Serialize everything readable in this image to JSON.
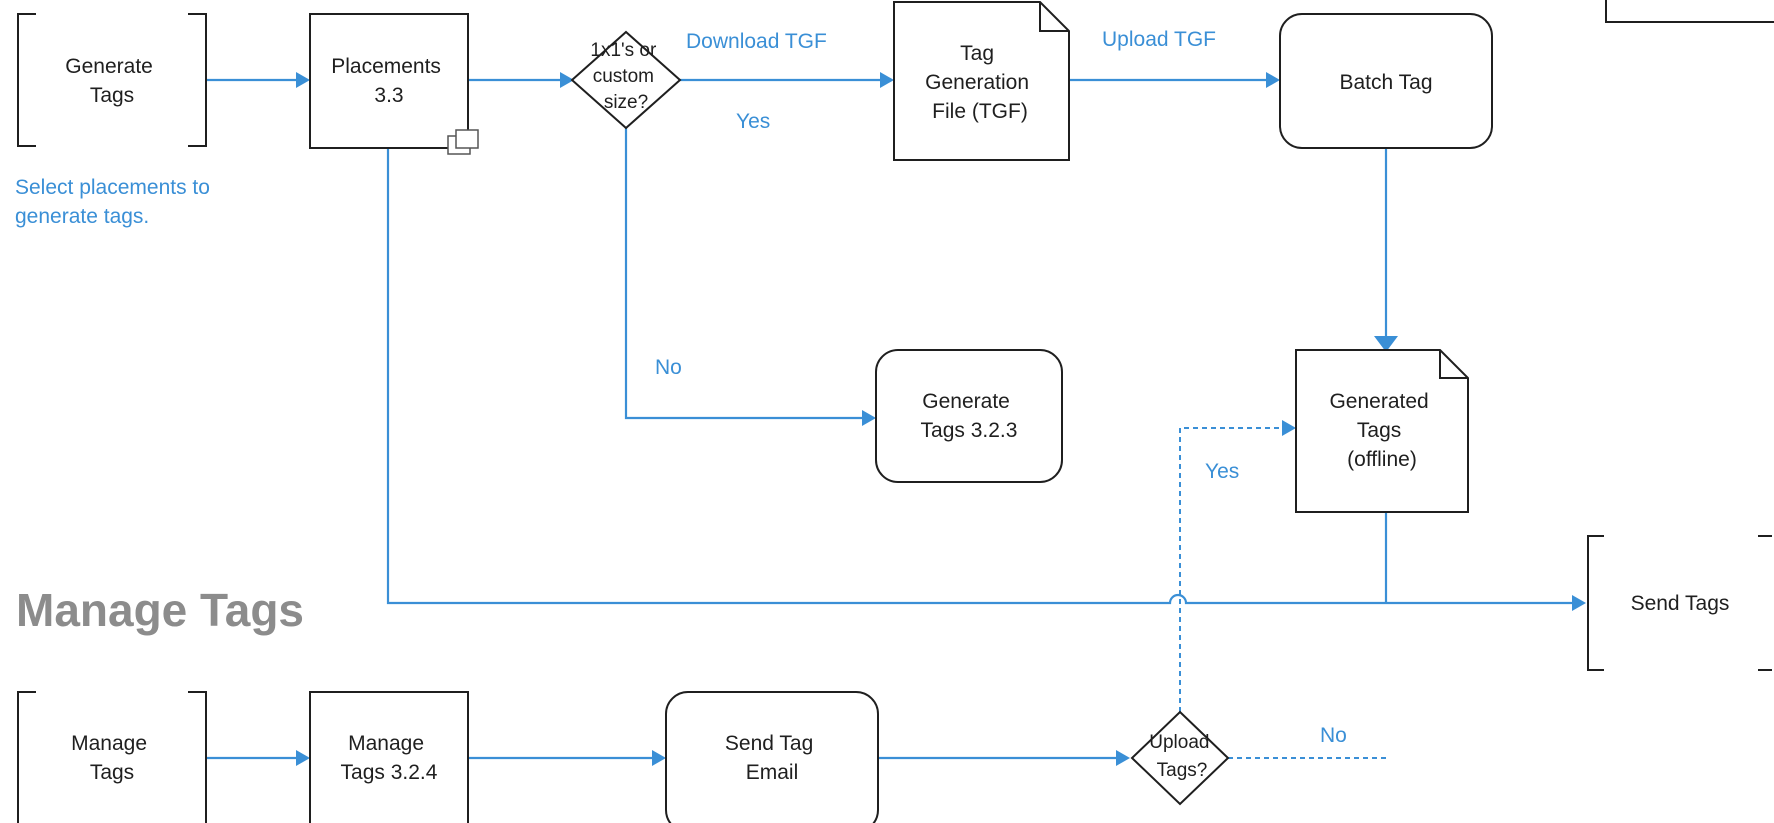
{
  "section_title": "Manage Tags",
  "nodes": {
    "generate_tags_start": [
      "Generate",
      "Tags"
    ],
    "placements": [
      "Placements",
      "3.3"
    ],
    "size_decision": [
      "1x1's or",
      "custom",
      "size?"
    ],
    "tgf_document": [
      "Tag",
      "Generation",
      "File (TGF)"
    ],
    "batch_tag": [
      "Batch Tag"
    ],
    "generate_tags_323": [
      "Generate",
      "Tags 3.2.3"
    ],
    "generated_tags_offline": [
      "Generated",
      "Tags",
      "(offline)"
    ],
    "send_tags": [
      "Send Tags"
    ],
    "manage_tags_start": [
      "Manage",
      "Tags"
    ],
    "manage_tags_324": [
      "Manage",
      "Tags 3.2.4"
    ],
    "send_tag_email": [
      "Send Tag",
      "Email"
    ],
    "upload_decision": [
      "Upload",
      "Tags?"
    ]
  },
  "labels": {
    "download_tgf": "Download TGF",
    "upload_tgf": "Upload TGF",
    "yes_top": "Yes",
    "no_mid": "No",
    "yes_upload": "Yes",
    "no_upload": "No",
    "select_note_line1": "Select placements to",
    "select_note_line2": "generate tags."
  },
  "colors": {
    "connector": "#3a8fd6",
    "annotation_text": "#3a8fd6",
    "section_title": "#8c8c8c",
    "shape_stroke": "#1f1f1f"
  }
}
